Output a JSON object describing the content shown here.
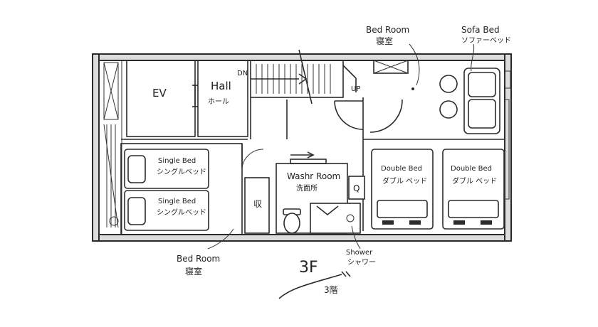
{
  "labels": {
    "ev": "EV",
    "hall_en": "Hall",
    "hall_jp": "ホール",
    "dn": "DN",
    "up": "UP",
    "single_bed_1_en": "Single Bed",
    "single_bed_1_jp": "シングルベッド",
    "single_bed_2_en": "Single Bed",
    "single_bed_2_jp": "シングルベッド",
    "storage_jp": "収",
    "washroom_en": "Washr Room",
    "washroom_jp": "洗面所",
    "q_mark": "Q",
    "double_bed_1_en": "Double Bed",
    "double_bed_1_jp": "ダブル ベッド",
    "double_bed_2_en": "Double Bed",
    "double_bed_2_jp": "ダブル ベッド",
    "bedroom_top_en": "Bed Room",
    "bedroom_top_jp": "寝室",
    "sofa_bed_en": "Sofa Bed",
    "sofa_bed_jp": "ソファーベッド",
    "bedroom_bottom_en": "Bed Room",
    "bedroom_bottom_jp": "寝室",
    "shower_en": "Shower",
    "shower_jp": "シャワー",
    "floor_en": "3F",
    "floor_jp": "3階"
  }
}
